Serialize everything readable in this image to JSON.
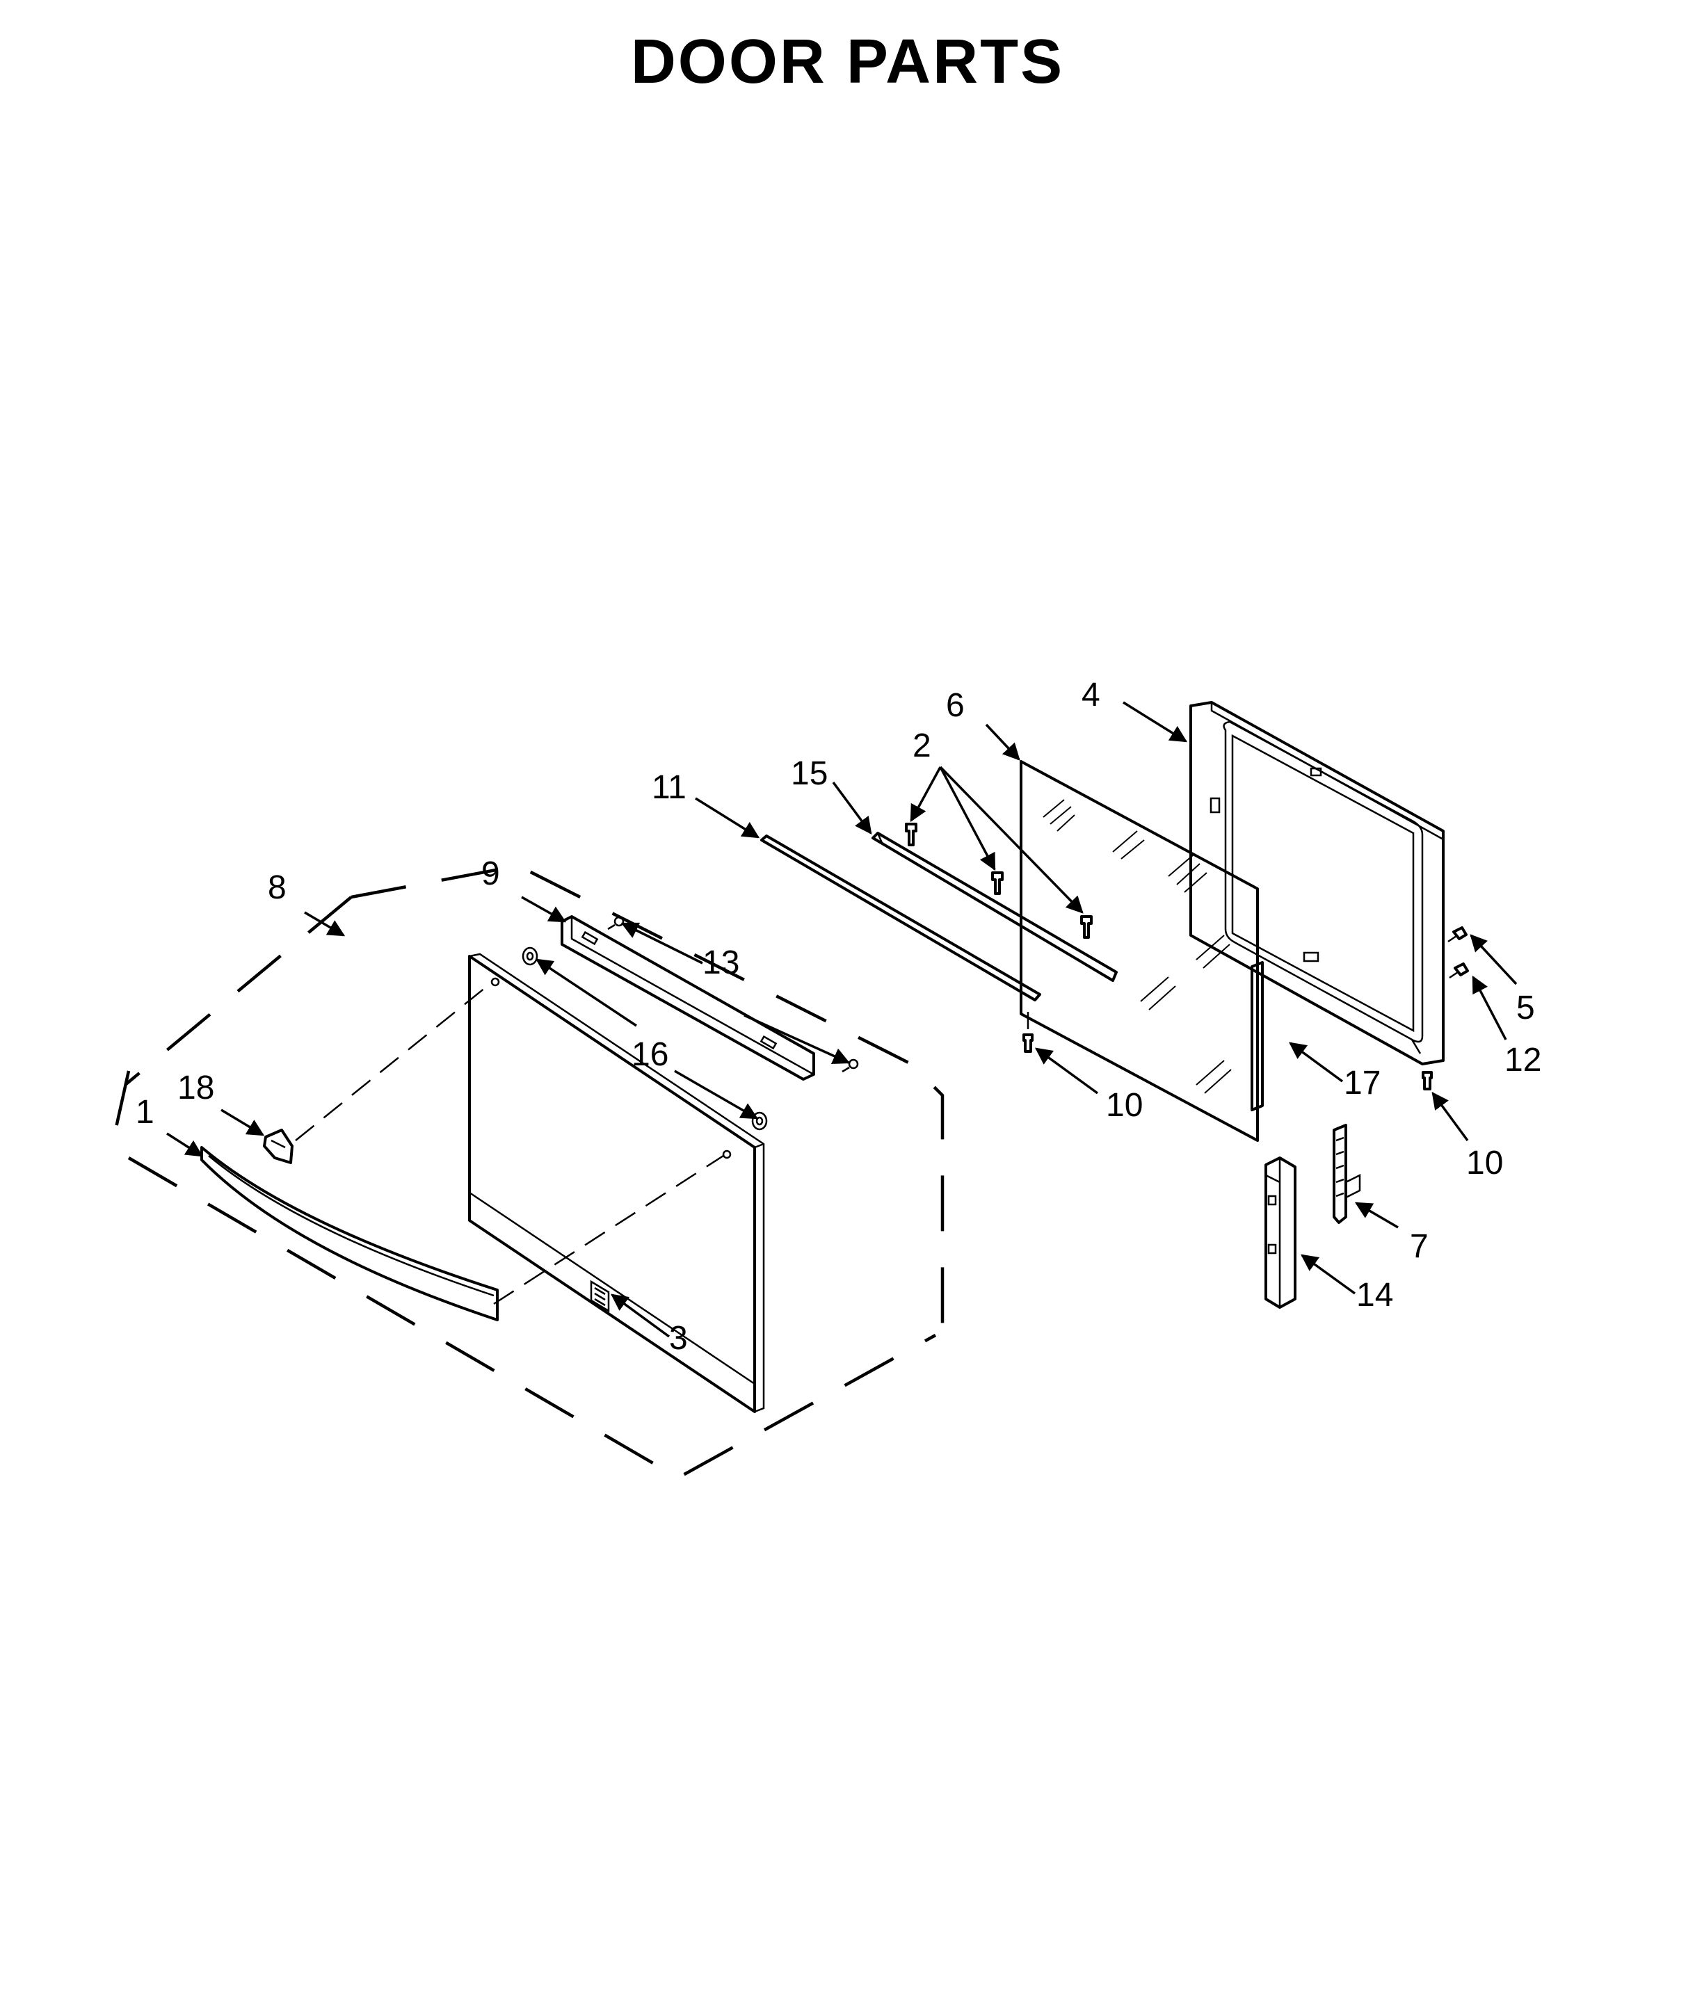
{
  "title": "DOOR PARTS",
  "callouts": {
    "c1": "1",
    "c2": "2",
    "c3": "3",
    "c4": "4",
    "c5": "5",
    "c6": "6",
    "c7": "7",
    "c8": "8",
    "c9": "9",
    "c10a": "10",
    "c10b": "10",
    "c11": "11",
    "c12": "12",
    "c13": "13",
    "c14": "14",
    "c15": "15",
    "c16": "16",
    "c17": "17",
    "c18": "18"
  }
}
